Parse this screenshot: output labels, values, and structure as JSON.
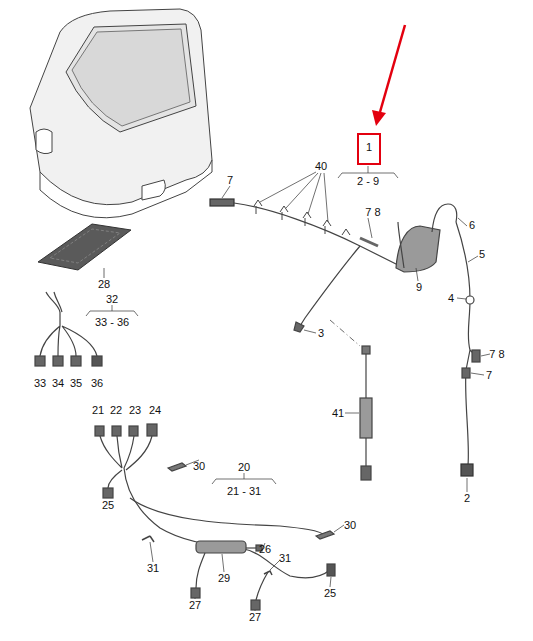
{
  "diagram": {
    "nodes": [
      {
        "text": [
          "1"
        ]
      }
    ],
    "labels": [
      "2 - 9",
      "7",
      "40",
      "7 8",
      "6",
      "5",
      "4",
      "9",
      "3",
      "7 8",
      "7",
      "2",
      "41",
      "28",
      "32",
      "33 - 36",
      "33",
      "34",
      "35",
      "36",
      "21",
      "22",
      "23",
      "24",
      "30",
      "20",
      "21 - 31",
      "25",
      "30",
      "26",
      "31",
      "31",
      "29",
      "25",
      "27",
      "27"
    ]
  }
}
